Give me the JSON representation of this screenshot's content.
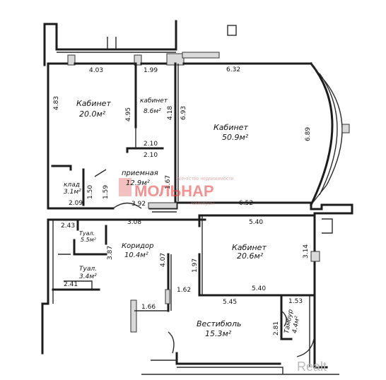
{
  "rooms": {
    "cabinet1": {
      "name": "Кабинет",
      "area": "20.0м²"
    },
    "cabinet2": {
      "name": "кабинет",
      "area": "8.6м²"
    },
    "cabinet3": {
      "name": "Кабинет",
      "area": "50.9м²"
    },
    "storage": {
      "name": "клад",
      "area": "3.1м²"
    },
    "reception": {
      "name": "приемная",
      "area": "12.9м²"
    },
    "wc1": {
      "name": "Туал.",
      "area": "5.5м²"
    },
    "corridor": {
      "name": "Коридор",
      "area": "10.4м²"
    },
    "wc2": {
      "name": "Туал.",
      "area": "3.4м²"
    },
    "cabinet4": {
      "name": "Кабинет",
      "area": "20.6м²"
    },
    "vestibule": {
      "name": "Вестибюль",
      "area": "15.3м²"
    },
    "tambour": {
      "name": "Тамбур",
      "area": "4.4м²"
    }
  },
  "dimensions": {
    "d1": "4.03",
    "d2": "1.99",
    "d3": "6.32",
    "d4": "4.83",
    "d5": "4.18",
    "d6": "4.95",
    "d7": "6.93",
    "d8": "2.10",
    "d9": "2.10",
    "d10": "6.89",
    "d11": "1.50",
    "d12": "1.59",
    "d13": "1.67",
    "d14": "2.09",
    "d15": "3.92",
    "d16": "6.52",
    "d17": "2.43",
    "d18": "3.08",
    "d19": "5.40",
    "d20": "3.87",
    "d21": "4.07",
    "d22": "3.14",
    "d23": "1.97",
    "d24": "2.41",
    "d25": "1.62",
    "d26": "5.40",
    "d27": "1.66",
    "d28": "5.45",
    "d29": "1.53",
    "d30": "2.81"
  },
  "watermark": {
    "brand": "МОЛЬНАР",
    "line_top": "агентство недвижимости",
    "line_bottom": "коммерсы",
    "corner": "Realt"
  }
}
